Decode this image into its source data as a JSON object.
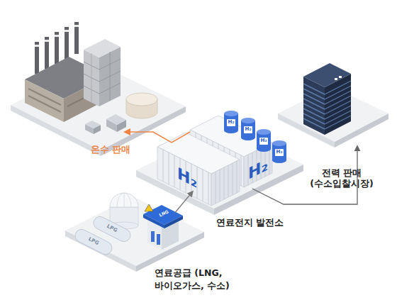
{
  "diagram": {
    "nodes": [
      {
        "text": [
          "연료전지 발전소"
        ]
      },
      {
        "text": [
          "연료공급 (LNG, 바이오가스, 수소)"
        ]
      }
    ],
    "edges": [
      {
        "from": 1,
        "to": 0,
        "arrow": "to"
      }
    ],
    "labels": [
      "온수 판매",
      "H₂",
      "H₂",
      "H₂",
      "H₂",
      "H₂",
      "H₂",
      "전력 판매 (수소입찰시장)",
      "LNG",
      "LPG",
      "LPG"
    ]
  }
}
